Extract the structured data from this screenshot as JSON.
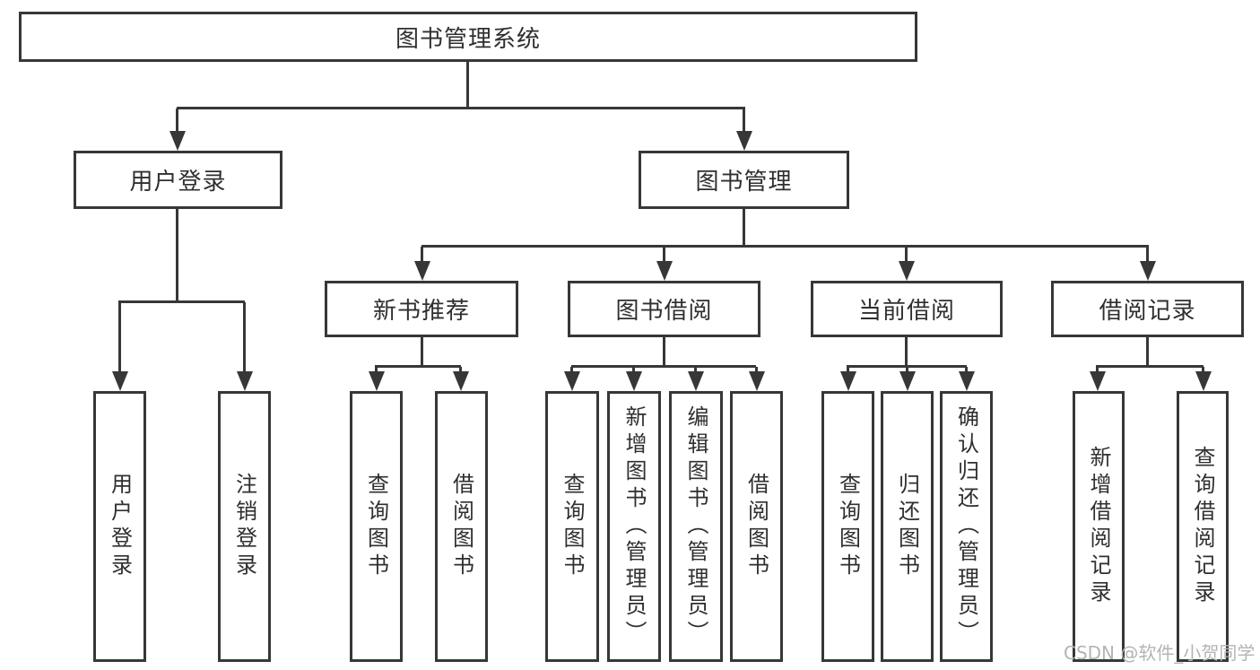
{
  "diagram": {
    "root": "图书管理系统",
    "branches": {
      "user_login": "用户登录",
      "book_mgmt": "图书管理"
    },
    "categories": {
      "new_books": "新书推荐",
      "book_borrow": "图书借阅",
      "current_borrow": "当前借阅",
      "borrow_records": "借阅记录"
    },
    "leaves": {
      "user_login": [
        "用户登录",
        "注销登录"
      ],
      "new_books": [
        "查询图书",
        "借阅图书"
      ],
      "book_borrow": [
        "查询图书",
        "新增图书（管理员）",
        "编辑图书（管理员）",
        "借阅图书"
      ],
      "current_borrow": [
        "查询图书",
        "归还图书",
        "确认归还（管理员）"
      ],
      "borrow_records": [
        "新增借阅记录",
        "查询借阅记录"
      ]
    }
  },
  "watermark": "CSDN @软件_小贺同学",
  "colors": {
    "line": "#373737",
    "text": "#2f2f2f",
    "watermark": "#b4b4b4",
    "background": "#ffffff"
  }
}
